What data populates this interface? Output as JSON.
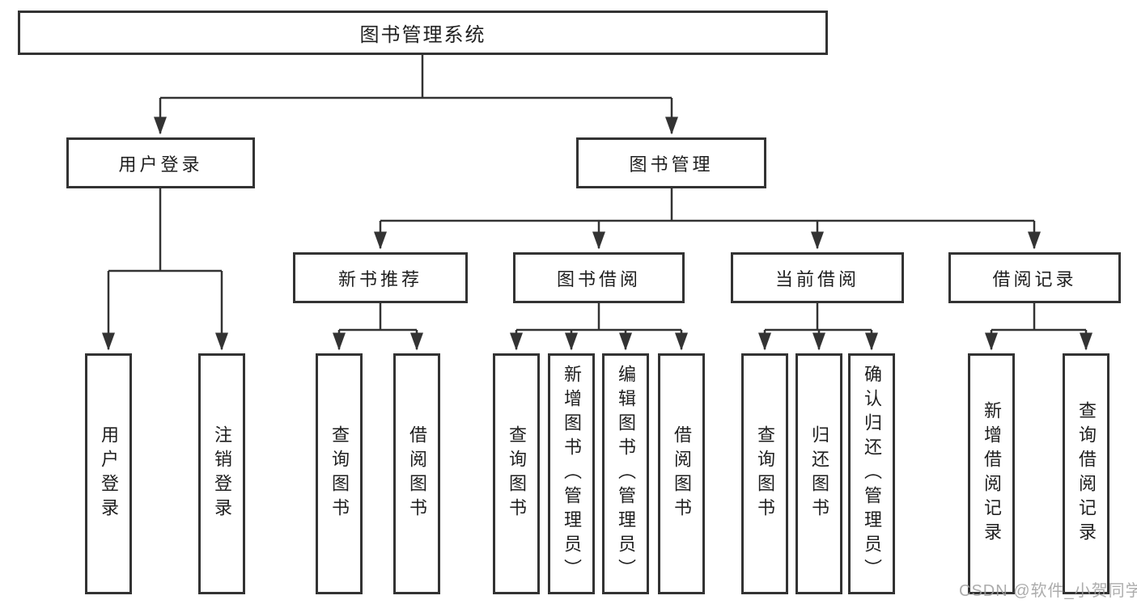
{
  "diagram": {
    "type": "hierarchy-tree",
    "line_color": "#333333",
    "background": "#ffffff",
    "nodes": {
      "root": "图书管理系统",
      "user_login": "用户登录",
      "book_mgmt": "图书管理",
      "new_book_rec": "新书推荐",
      "book_borrow": "图书借阅",
      "current_borrow": "当前借阅",
      "borrow_record": "借阅记录",
      "leaf_user_login": "用户登录",
      "leaf_logout": "注销登录",
      "leaf_query_book_1": "查询图书",
      "leaf_borrow_book_1": "借阅图书",
      "leaf_query_book_2": "查询图书",
      "leaf_add_book": "新增图书（管理员）",
      "leaf_edit_book": "编辑图书（管理员）",
      "leaf_borrow_book_2": "借阅图书",
      "leaf_query_book_3": "查询图书",
      "leaf_return_book": "归还图书",
      "leaf_confirm_return": "确认归还（管理员）",
      "leaf_add_borrow_record": "新增借阅记录",
      "leaf_query_borrow_record": "查询借阅记录"
    },
    "watermark": "CSDN @软件_小贺同学"
  }
}
